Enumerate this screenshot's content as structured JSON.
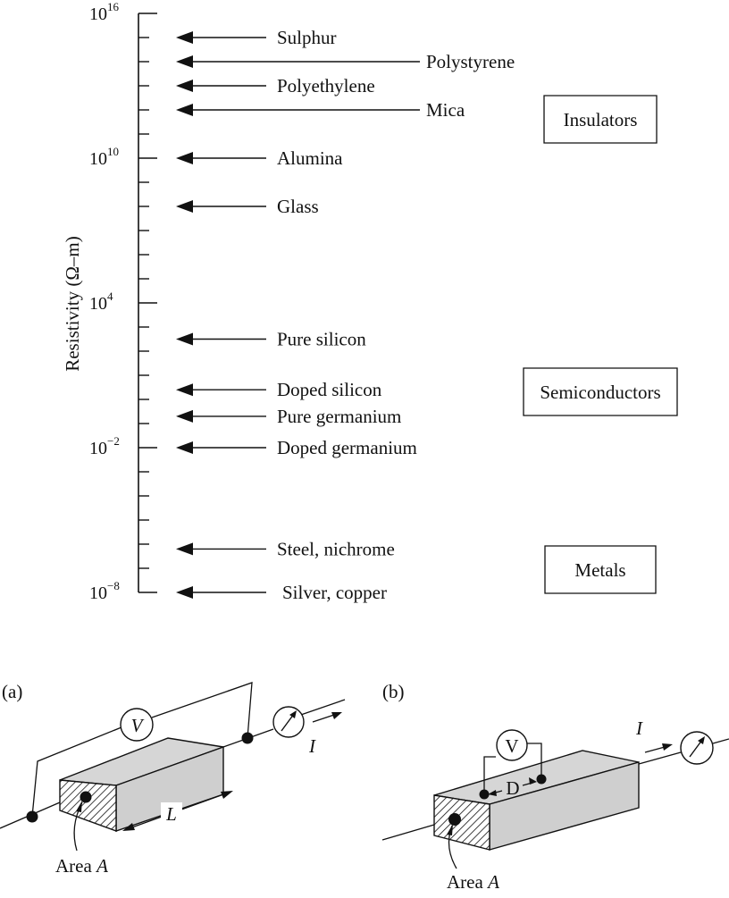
{
  "scale": {
    "axis_label": "Resistivity (Ω–m)",
    "ticks": [
      {
        "base": "10",
        "exp": "16",
        "value": 16
      },
      {
        "base": "10",
        "exp": "10",
        "value": 10
      },
      {
        "base": "10",
        "exp": "4",
        "value": 4
      },
      {
        "base": "10",
        "exp": "−2",
        "value": -2
      },
      {
        "base": "10",
        "exp": "−8",
        "value": -8
      }
    ],
    "materials": [
      {
        "name": "Sulphur",
        "log_resistivity": 15
      },
      {
        "name": "Polystyrene",
        "log_resistivity": 14
      },
      {
        "name": "Polyethylene",
        "log_resistivity": 13
      },
      {
        "name": "Mica",
        "log_resistivity": 12
      },
      {
        "name": "Alumina",
        "log_resistivity": 10
      },
      {
        "name": "Glass",
        "log_resistivity": 8
      },
      {
        "name": "Pure silicon",
        "log_resistivity": 2.5
      },
      {
        "name": "Doped silicon",
        "log_resistivity": 0.4
      },
      {
        "name": "Pure germanium",
        "log_resistivity": -0.7
      },
      {
        "name": "Doped germanium",
        "log_resistivity": -2
      },
      {
        "name": "Steel, nichrome",
        "log_resistivity": -6.2
      },
      {
        "name": "Silver, copper",
        "log_resistivity": -8
      }
    ],
    "categories": {
      "insulators": "Insulators",
      "semiconductors": "Semiconductors",
      "metals": "Metals"
    }
  },
  "panel_a": {
    "tag": "(a)",
    "voltmeter": "V",
    "current": "I",
    "length": "L",
    "area_prefix": "Area ",
    "area_var": "A"
  },
  "panel_b": {
    "tag": "(b)",
    "voltmeter": "V",
    "spacing": "D",
    "current": "I",
    "area_prefix": "Area ",
    "area_var": "A"
  }
}
